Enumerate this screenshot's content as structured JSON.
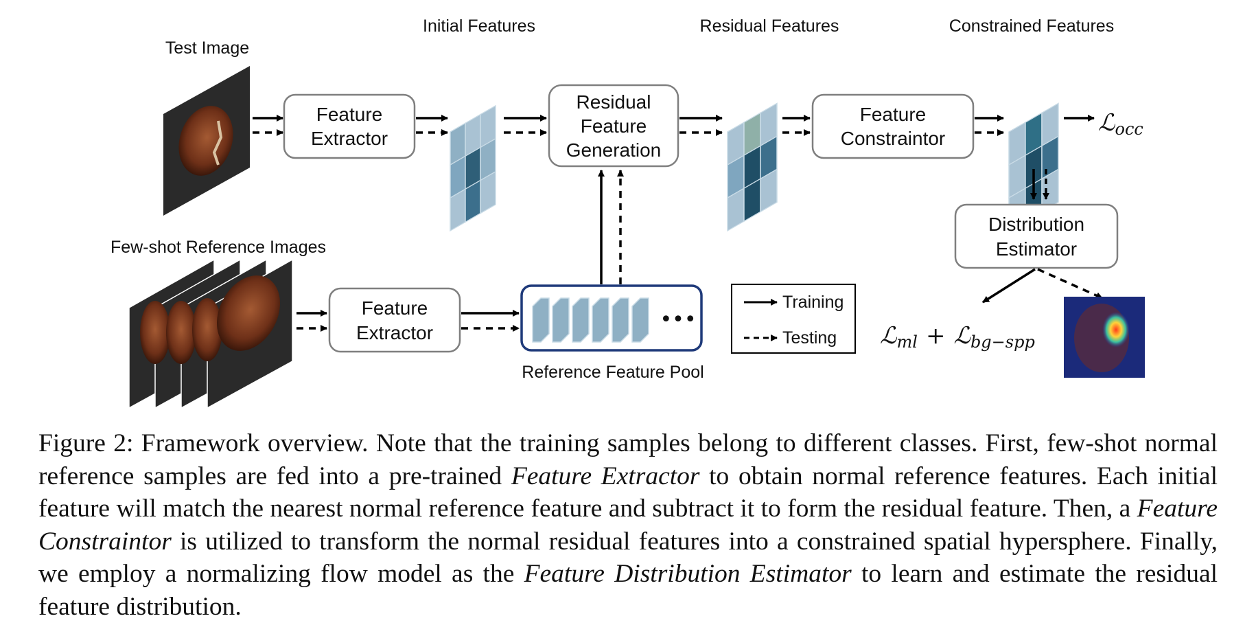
{
  "diagram": {
    "labels": {
      "test_image": "Test Image",
      "initial_features": "Initial Features",
      "residual_features": "Residual Features",
      "constrained_features": "Constrained Features",
      "few_shot_reference_images": "Few-shot Reference Images",
      "reference_feature_pool": "Reference Feature Pool"
    },
    "boxes": {
      "feature_extractor_top": [
        "Feature",
        "Extractor"
      ],
      "residual_feature_generation": [
        "Residual",
        "Feature",
        "Generation"
      ],
      "feature_constraintor": [
        "Feature",
        "Constraintor"
      ],
      "distribution_estimator": [
        "Distribution",
        "Estimator"
      ],
      "feature_extractor_bottom": [
        "Feature",
        "Extractor"
      ]
    },
    "legend": {
      "training": "Training",
      "testing": "Testing"
    },
    "losses": {
      "occ_symbol": "ℒ",
      "occ_sub": "occ",
      "ml_symbol": "ℒ",
      "ml_sub": "ml",
      "plus": "+",
      "bg_symbol": "ℒ",
      "bg_sub": "bg−spp"
    },
    "pool_ellipsis": "•••",
    "colors": {
      "arrow": "#000000",
      "box_border": "#7f7f7f",
      "pool_border": "#1f3a7a",
      "feature_light": "#a9c2d3",
      "feature_mid": "#7fa6bf",
      "feature_dark": "#1f4e66",
      "feature_teal": "#3c6f8c",
      "image_bg": "#2a2a2a",
      "nut": "#7a3a22"
    }
  },
  "caption": {
    "prefix": "Figure 2: Framework overview.  Note that the training samples belong to different classes.  First, few-shot normal reference samples are fed into a pre-trained ",
    "em1": "Feature Extractor",
    "mid1": " to obtain normal reference features. Each initial feature will match the nearest normal reference feature and subtract it to form the residual feature. Then, a ",
    "em2": "Feature Constraintor",
    "mid2": " is utilized to transform the normal residual features into a constrained spatial hypersphere. Finally, we employ a normalizing flow model as the ",
    "em3": "Feature Distribution Estimator",
    "suffix": " to learn and estimate the residual feature distribution."
  }
}
